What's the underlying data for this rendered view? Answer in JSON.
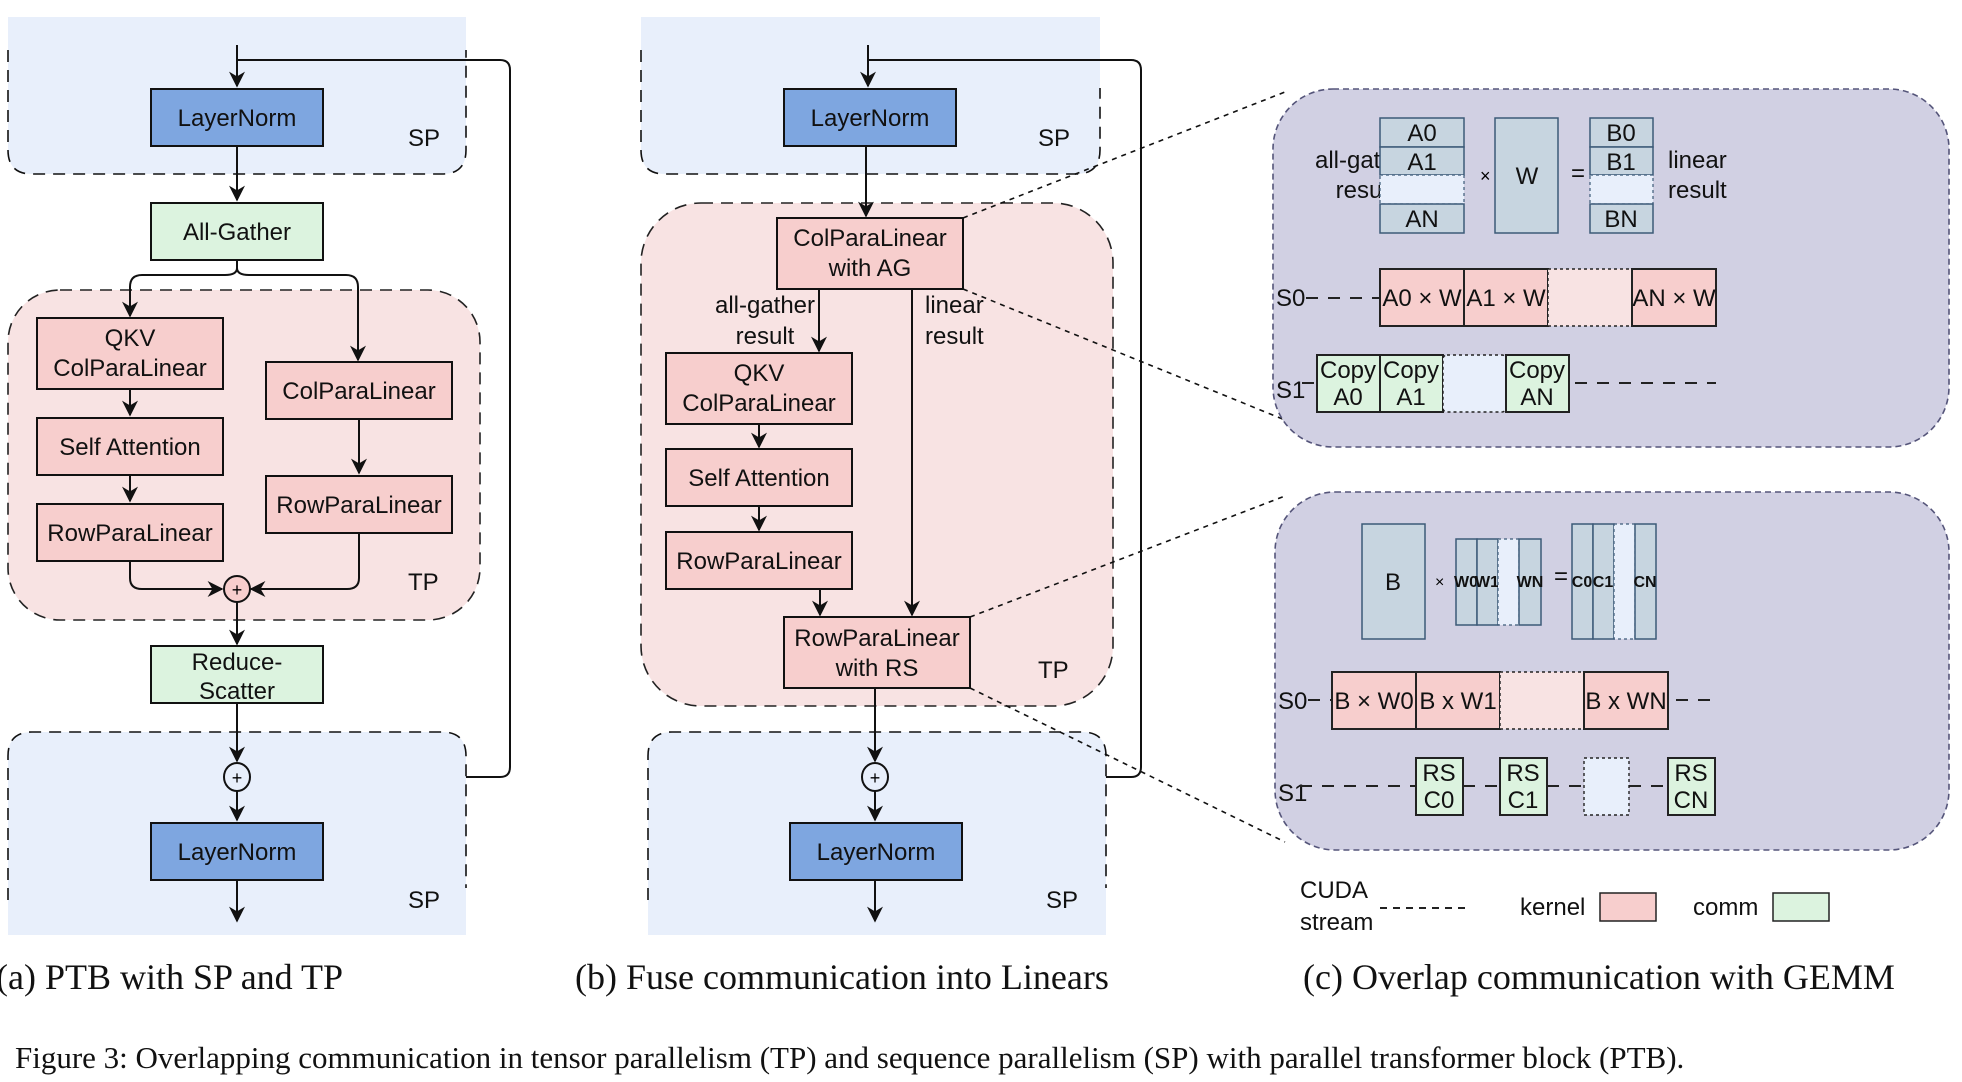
{
  "colors": {
    "sp_region": "#e8effb",
    "tp_region": "#f8e3e3",
    "detail_region": "#d1d0e3",
    "layernorm": "#7ea6e0",
    "comm": "#dcf3df",
    "kernel": "#f7cecd",
    "matrix": "#c7d5e0",
    "placeholder": "#e8effb"
  },
  "panel_a": {
    "caption": "(a) PTB with SP and TP",
    "sp_label_top": "SP",
    "sp_label_bottom": "SP",
    "tp_label": "TP",
    "layernorm_top": "LayerNorm",
    "all_gather": "All-Gather",
    "qkv_line1": "QKV",
    "qkv_line2": "ColParaLinear",
    "self_attention": "Self Attention",
    "row_para_left": "RowParaLinear",
    "col_para_right": "ColParaLinear",
    "row_para_right": "RowParaLinear",
    "reduce_line1": "Reduce-",
    "reduce_line2": "Scatter",
    "layernorm_bottom": "LayerNorm",
    "plus": "+"
  },
  "panel_b": {
    "caption": "(b) Fuse communication into Linears",
    "sp_label_top": "SP",
    "sp_label_bottom": "SP",
    "tp_label": "TP",
    "layernorm_top": "LayerNorm",
    "colpara_ag_line1": "ColParaLinear",
    "colpara_ag_line2": "with AG",
    "ag_result_line1": "all-gather",
    "ag_result_line2": "result",
    "linear_result_line1": "linear",
    "linear_result_line2": "result",
    "qkv_line1": "QKV",
    "qkv_line2": "ColParaLinear",
    "self_attention": "Self Attention",
    "row_para": "RowParaLinear",
    "rowpara_rs_line1": "RowParaLinear",
    "rowpara_rs_line2": "with RS",
    "layernorm_bottom": "LayerNorm",
    "plus": "+"
  },
  "panel_c": {
    "caption": "(c) Overlap communication with GEMM",
    "top": {
      "left_label_line1": "all-gather",
      "left_label_line2": "result",
      "right_label_line1": "linear",
      "right_label_line2": "result",
      "a_blocks": [
        "A0",
        "A1",
        "",
        "AN"
      ],
      "times": "×",
      "w_label": "W",
      "equals": "=",
      "b_blocks": [
        "B0",
        "B1",
        "",
        "BN"
      ],
      "s0_label": "S0",
      "s1_label": "S1",
      "s0_blocks": [
        "A0 × W",
        "A1 × W",
        "",
        "AN × W"
      ],
      "s1_blocks": [
        {
          "l1": "Copy",
          "l2": "A0"
        },
        {
          "l1": "Copy",
          "l2": "A1"
        },
        {
          "l1": "",
          "l2": ""
        },
        {
          "l1": "Copy",
          "l2": "AN"
        }
      ]
    },
    "bottom": {
      "b_label": "B",
      "times": "×",
      "w_cols": [
        "W0",
        "W1",
        "",
        "WN"
      ],
      "equals": "=",
      "c_cols": [
        "C0",
        "C1",
        "",
        "CN"
      ],
      "s0_label": "S0",
      "s1_label": "S1",
      "s0_blocks": [
        "B × W0",
        "B x W1",
        "",
        "B x WN"
      ],
      "s1_blocks": [
        {
          "l1": "RS",
          "l2": "C0"
        },
        {
          "l1": "RS",
          "l2": "C1"
        },
        {
          "l1": "",
          "l2": ""
        },
        {
          "l1": "RS",
          "l2": "CN"
        }
      ]
    },
    "legend": {
      "stream_line1": "CUDA",
      "stream_line2": "stream",
      "kernel": "kernel",
      "comm": "comm"
    }
  },
  "figure_caption": "Figure 3: Overlapping communication in tensor parallelism (TP) and sequence parallelism (SP) with parallel transformer block (PTB)."
}
